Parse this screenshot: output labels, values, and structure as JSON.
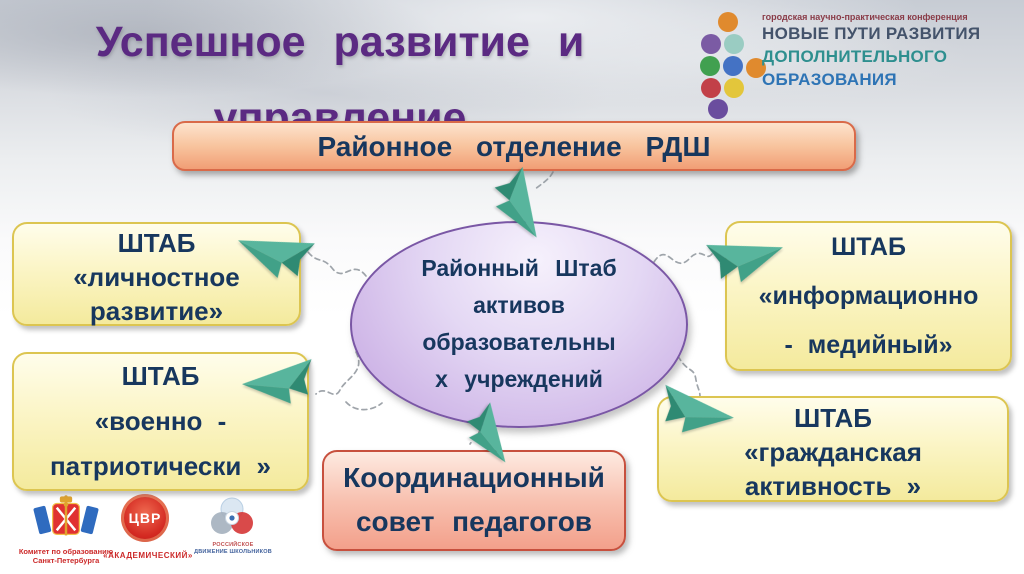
{
  "title": {
    "line1": "Успешное развитие и",
    "line2": "управление"
  },
  "conference": {
    "tagline": "городская научно-практическая конференция",
    "name_line1": "НОВЫЕ ПУТИ РАЗВИТИЯ",
    "name_line2": "ДОПОЛНИТЕЛЬНОГО",
    "name_line3": "ОБРАЗОВАНИЯ",
    "dots": [
      {
        "color": "#E08A2E"
      },
      {
        "color": "#7B5BA4"
      },
      {
        "color": "#9ACCC2"
      },
      {
        "color": "#41A050"
      },
      {
        "color": "#4472C4"
      },
      {
        "color": "#E08A2E"
      },
      {
        "color": "#C24048"
      },
      {
        "color": "#E3C63B"
      },
      {
        "color": "#6A4D9E"
      }
    ]
  },
  "diagram": {
    "top_box": "Районное отделение РДШ",
    "ellipse": {
      "line1": "Районный Штаб",
      "line2": "активов",
      "line3": "образовательны",
      "line4": "х учреждений"
    },
    "left_top": {
      "line1": "ШТАБ",
      "line2": "«личностное",
      "line3": "развитие»"
    },
    "left_bottom": {
      "line1": "ШТАБ",
      "line2": "«военно -",
      "line3": "патриотически »"
    },
    "right_top": {
      "line1": "ШТАБ",
      "line2": "«информационно",
      "line3": "- медийный»"
    },
    "right_bottom": {
      "line1": "ШТАБ",
      "line2": "«гражданская",
      "line3": "активность »"
    },
    "bottom_box": {
      "line1": "Координационный",
      "line2": "совет педагогов"
    }
  },
  "footer": {
    "committee": {
      "line1": "Комитет по образованию",
      "line2": "Санкт-Петербурга"
    },
    "cvr": {
      "abbr": "ЦВР",
      "label": "«АКАДЕМИЧЕСКИЙ»"
    },
    "rdsh": {
      "line1": "РОССИЙСКОЕ",
      "line2": "ДВИЖЕНИЕ ШКОЛЬНИКОВ"
    }
  },
  "colors": {
    "title": "#5B2A82",
    "text_navy": "#17375E",
    "plane_teal": "#46A78D",
    "connector_gray": "#9AA0A6",
    "orange_box_border": "#D96A49",
    "yellow_box_border": "#DCC551",
    "salmon_box_border": "#C7503E",
    "ellipse_border": "#7A57A5"
  }
}
